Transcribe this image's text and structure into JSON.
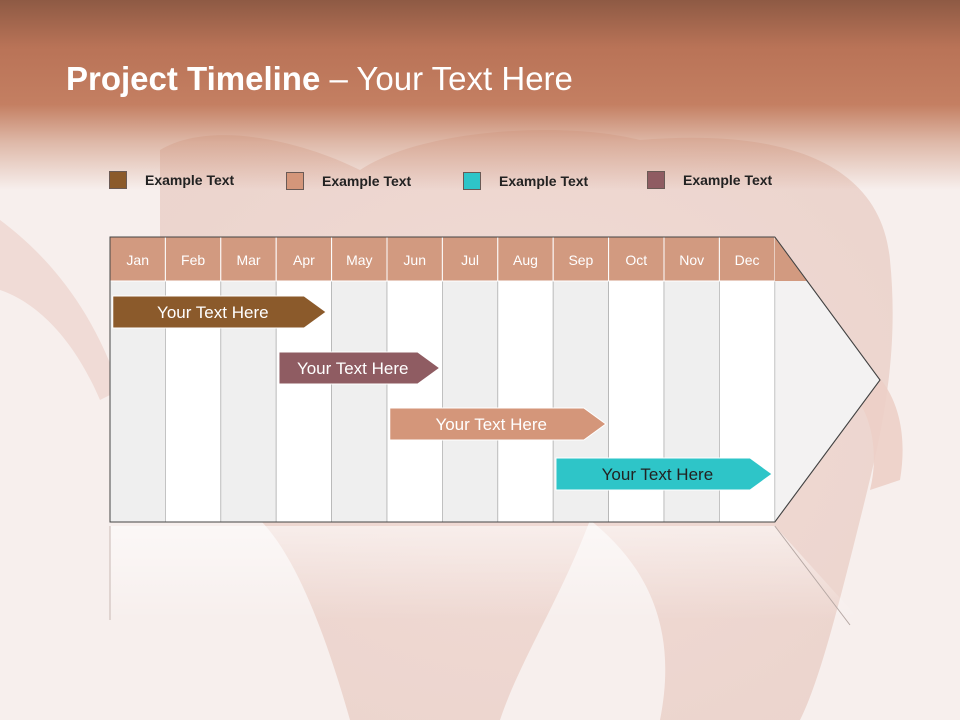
{
  "title": {
    "bold": "Project Timeline",
    "rest": " – Your Text Here"
  },
  "legend": [
    {
      "label": "Example Text",
      "color": "#8b5a2b"
    },
    {
      "label": "Example Text",
      "color": "#d4967a"
    },
    {
      "label": "Example Text",
      "color": "#2ec5c8"
    },
    {
      "label": "Example Text",
      "color": "#8f5c62"
    }
  ],
  "months": [
    "Jan",
    "Feb",
    "Mar",
    "Apr",
    "May",
    "Jun",
    "Jul",
    "Aug",
    "Sep",
    "Oct",
    "Nov",
    "Dec"
  ],
  "tasks": [
    {
      "label": "Your  Text Here",
      "start_month": 1.05,
      "end_month": 4.9,
      "color": "#8b5a2b"
    },
    {
      "label": "Your  Text Here",
      "start_month": 4.05,
      "end_month": 6.95,
      "color": "#8f5c62"
    },
    {
      "label": "Your  Text Here",
      "start_month": 6.05,
      "end_month": 9.95,
      "color": "#d4967a"
    },
    {
      "label": "Your  Text Here",
      "start_month": 9.05,
      "end_month": 12.95,
      "color": "#2ec5c8"
    }
  ],
  "colors": {
    "header_band": "#c47f62",
    "month_header": "#d29a80"
  }
}
